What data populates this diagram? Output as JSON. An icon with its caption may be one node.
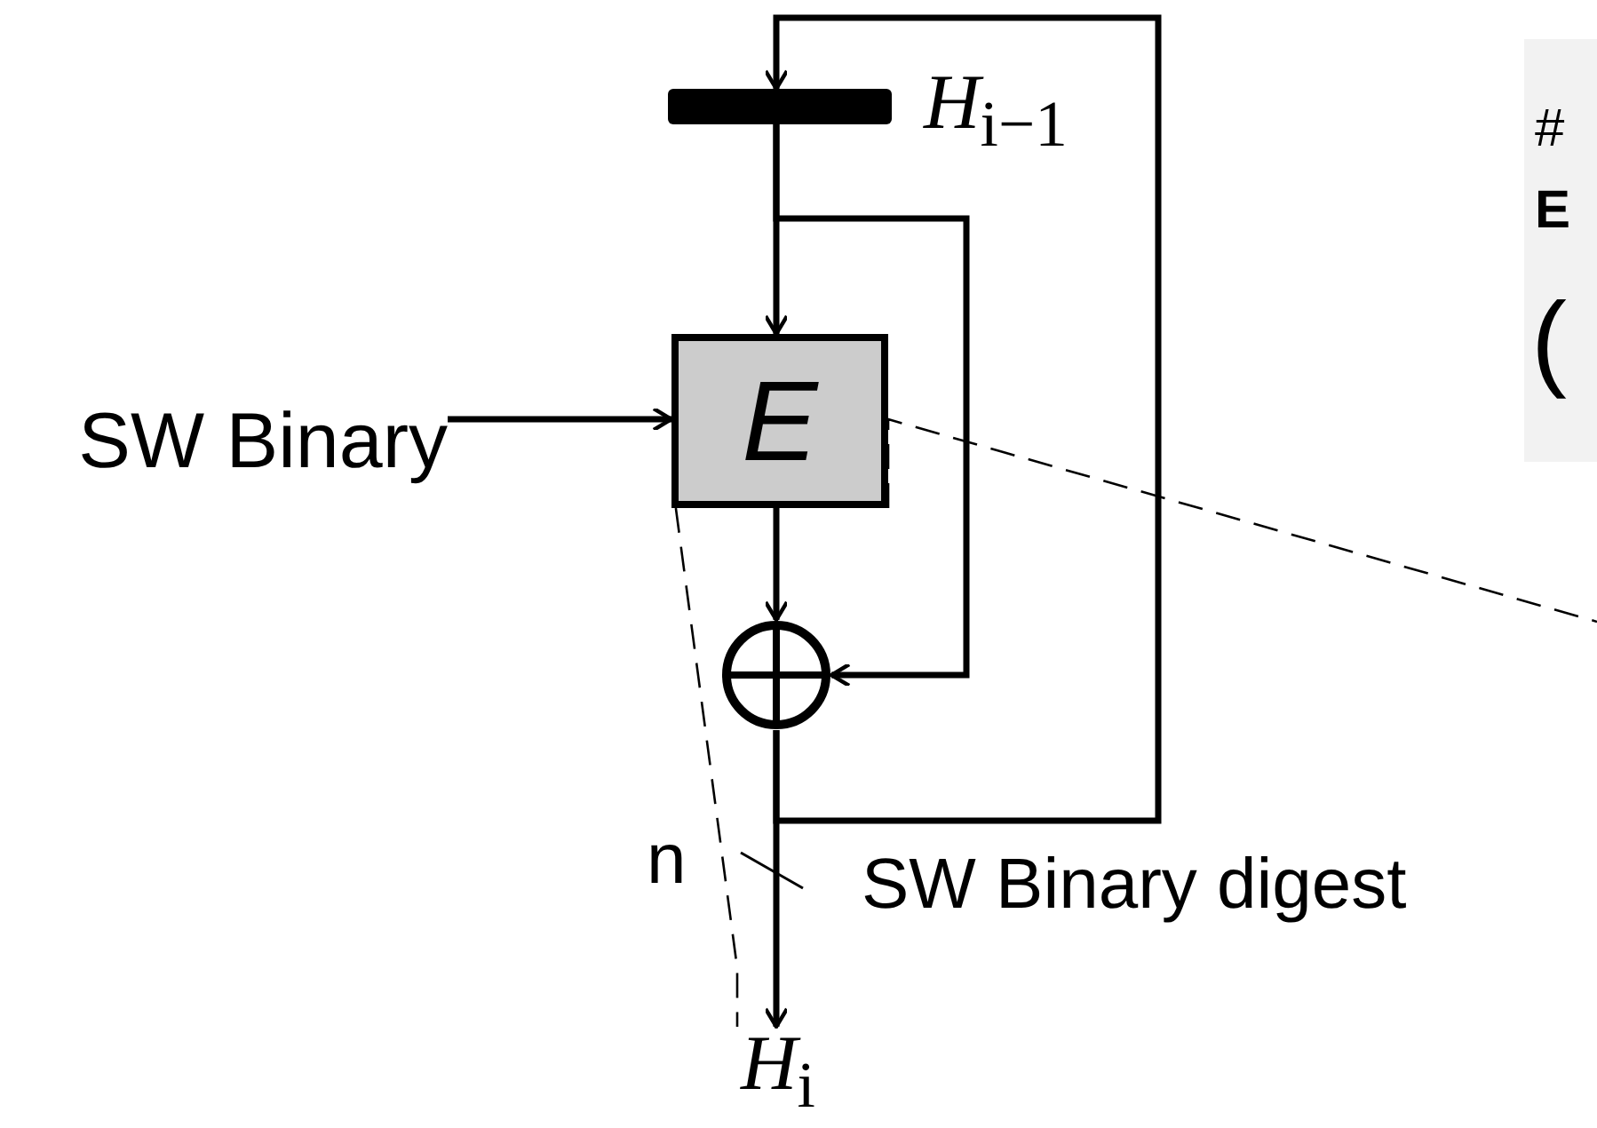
{
  "diagram": {
    "nodes": [
      {
        "text": [],
        "shape": "bar",
        "beside": [
          "*H*$_{i−1}$"
        ]
      },
      {
        "text": [
          "SW Binary"
        ]
      },
      {
        "text": [
          "E"
        ]
      },
      {
        "text": [],
        "shape": "circle"
      },
      {
        "text": [
          "*H*$_{i}$"
        ]
      }
    ],
    "edges": [
      {
        "from": 0,
        "to": 2,
        "arrow": "to"
      },
      {
        "from": 0,
        "to": 3,
        "arrow": "to"
      },
      {
        "from": 1,
        "to": 2,
        "arrow": "to"
      },
      {
        "from": 2,
        "to": 3,
        "arrow": "to"
      },
      {
        "from": 3,
        "to": 4,
        "arrow": "to"
      },
      {
        "from": 3,
        "to": 0,
        "arrow": "to"
      },
      {
        "from": 2,
        "to": null,
        "arrow": "none",
        "style": "dashed"
      },
      {
        "from": 2,
        "to": 4,
        "arrow": "none",
        "style": "dashed"
      }
    ],
    "labels": [
      "n",
      "SW Binary digest",
      "#",
      "E",
      "("
    ]
  }
}
